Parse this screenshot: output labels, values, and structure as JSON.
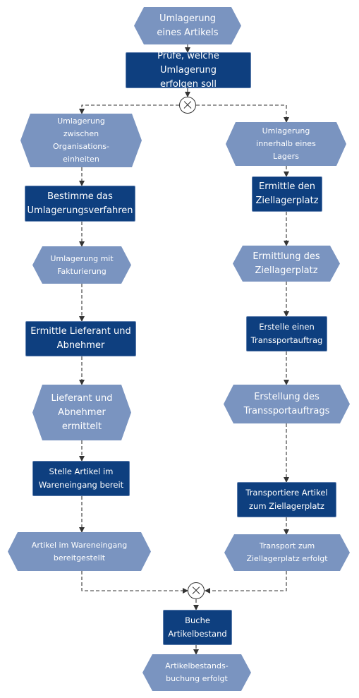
{
  "nodes": {
    "start_event": "Umlagerung\neines Artikels",
    "check_function": "Prüfe, welche Umlagerung\nerfolgen soll",
    "left": {
      "event_org": "Umlagerung\nzwischen\nOrganisations-\neinheiten",
      "func_method": "Bestimme das\nUmlagerungsverfahren",
      "event_billing": "Umlagerung mit\nFakturierung",
      "func_supplier": "Ermittle Lieferant und\nAbnehmer",
      "event_supplier": "Lieferant und\nAbnehmer\nermittelt",
      "func_receipt": "Stelle Artikel im\nWareneingang bereit",
      "event_receipt": "Artikel im Wareneingang\nbereitgestellt"
    },
    "right": {
      "event_warehouse": "Umlagerung\ninnerhalb eines\nLagers",
      "func_target": "Ermittle den\nZiellagerplatz",
      "event_target": "Ermittlung des\nZiellagerplatz",
      "func_transport": "Erstelle einen\nTranssportauftrag",
      "event_transport": "Erstellung des\nTranssportauftrags",
      "func_move": "Transportiere Artikel\nzum Ziellagerplatz",
      "event_move": "Transport zum\nZiellagerplatz erfolgt"
    },
    "book_function": "Buche\nArtikelbestand",
    "end_event": "Artikelbestands-\nbuchung erfolgt"
  },
  "colors": {
    "function_fill": "#0e3f7f",
    "event_fill": "#7a94c0",
    "connector": "#333333"
  }
}
